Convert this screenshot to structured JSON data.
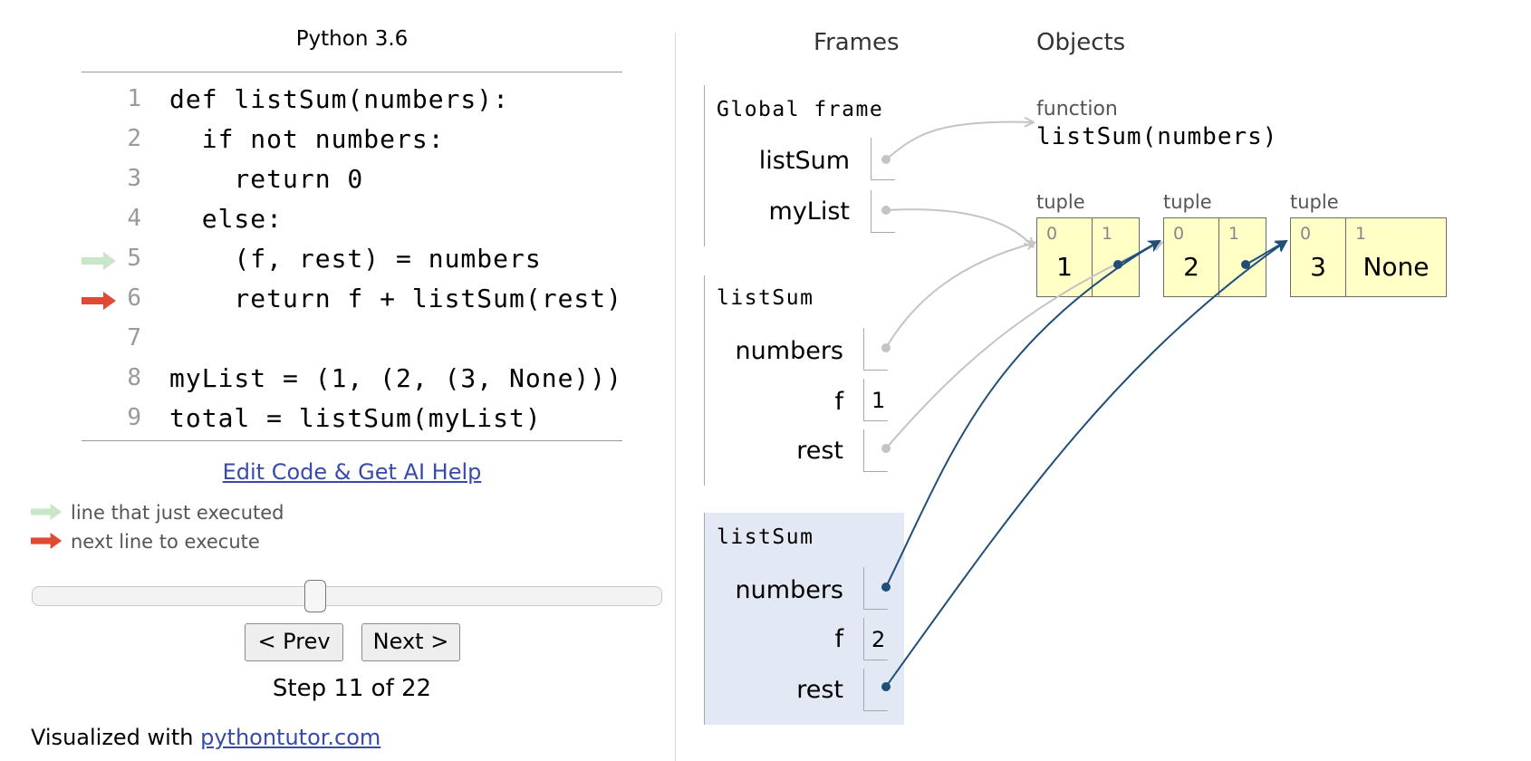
{
  "editor": {
    "language": "Python 3.6",
    "lines": [
      {
        "num": "1",
        "text": "def listSum(numbers):"
      },
      {
        "num": "2",
        "text": "  if not numbers:"
      },
      {
        "num": "3",
        "text": "    return 0"
      },
      {
        "num": "4",
        "text": "  else:"
      },
      {
        "num": "5",
        "text": "    (f, rest) = numbers"
      },
      {
        "num": "6",
        "text": "    return f + listSum(rest)"
      },
      {
        "num": "7",
        "text": ""
      },
      {
        "num": "8",
        "text": "myList = (1, (2, (3, None)))"
      },
      {
        "num": "9",
        "text": "total = listSum(myList)"
      }
    ],
    "just_executed_line": 5,
    "next_line": 6,
    "edit_link": "Edit Code & Get AI Help"
  },
  "legend": {
    "just_executed": "line that just executed",
    "next_to_execute": "next line to execute"
  },
  "colors": {
    "just_executed_arrow": "#c9e6c9",
    "next_arrow": "#e04a35",
    "active_frame_bg": "#e2e8f4",
    "tuple_bg": "#ffffc6",
    "pointer_active": "#1f4e79",
    "pointer_inactive": "#c4c4c4"
  },
  "nav": {
    "prev_label": "< Prev",
    "next_label": "Next >",
    "step_text": "Step 11 of 22",
    "slider_position_fraction": 0.4545
  },
  "footer": {
    "prefix": "Visualized with ",
    "link": "pythontutor.com"
  },
  "viz": {
    "frames_header": "Frames",
    "objects_header": "Objects",
    "frames": [
      {
        "title": "Global frame",
        "vars": [
          {
            "name": "listSum",
            "value": ""
          },
          {
            "name": "myList",
            "value": ""
          }
        ]
      },
      {
        "title": "listSum",
        "vars": [
          {
            "name": "numbers",
            "value": ""
          },
          {
            "name": "f",
            "value": "1"
          },
          {
            "name": "rest",
            "value": ""
          }
        ]
      },
      {
        "title": "listSum",
        "vars": [
          {
            "name": "numbers",
            "value": ""
          },
          {
            "name": "f",
            "value": "2"
          },
          {
            "name": "rest",
            "value": ""
          }
        ]
      }
    ],
    "function_object": {
      "type": "function",
      "signature": "listSum(numbers)"
    },
    "tuples": [
      {
        "label": "tuple",
        "cells": [
          {
            "idx": "0",
            "val": "1"
          },
          {
            "idx": "1",
            "val": ""
          }
        ]
      },
      {
        "label": "tuple",
        "cells": [
          {
            "idx": "0",
            "val": "2"
          },
          {
            "idx": "1",
            "val": ""
          }
        ]
      },
      {
        "label": "tuple",
        "cells": [
          {
            "idx": "0",
            "val": "3"
          },
          {
            "idx": "1",
            "val": "None"
          }
        ]
      }
    ]
  }
}
